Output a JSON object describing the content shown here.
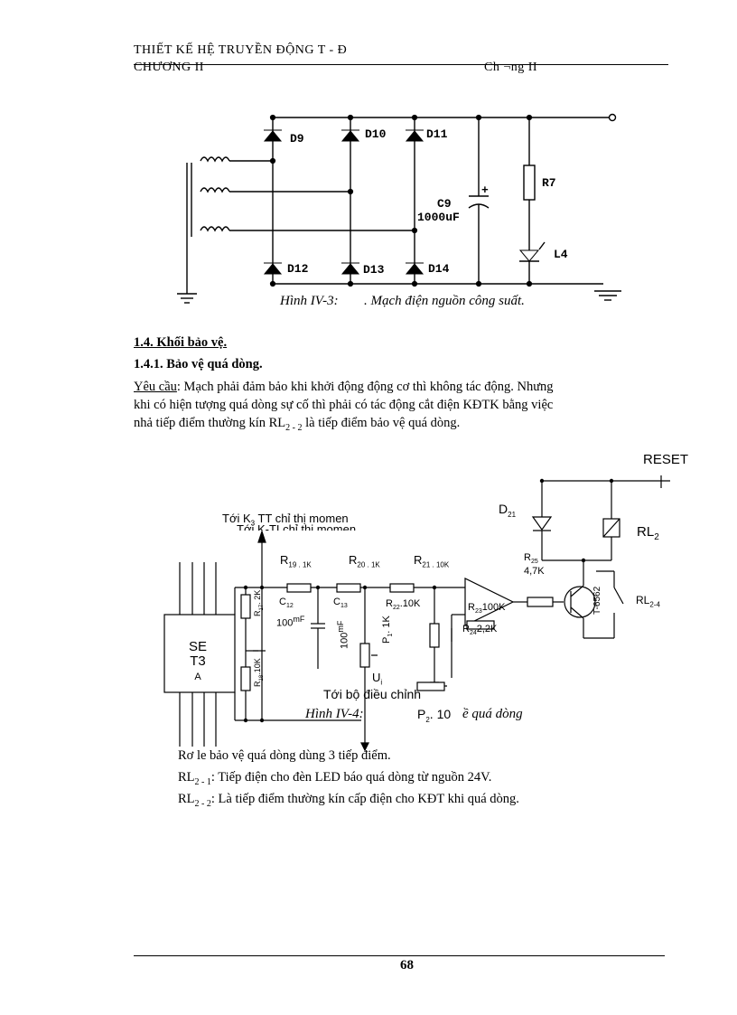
{
  "header": {
    "title": "THIẾT KẾ HỆ TRUYỀN ĐỘNG T - Đ",
    "chapter_left": "CHƯƠNG II",
    "chapter_right": "Ch ¬ng II"
  },
  "figure1": {
    "labels": {
      "d9": "D9",
      "d10": "D10",
      "d11": "D11",
      "d12": "D12",
      "d13": "D13",
      "d14": "D14",
      "c9": "C9",
      "c9_value": "1000uF",
      "r7": "R7",
      "l4": "L4",
      "plus": "+"
    },
    "caption_prefix": "Hình IV-3:",
    "caption_text": ". Mạch điện nguồn công suất."
  },
  "section": {
    "heading": "1.4. Khối bảo vệ.",
    "subheading": "1.4.1. Bảo vệ quá dòng.",
    "req_label": "Yêu cầu",
    "req_line1": ": Mạch phải đảm bảo khi khởi động động cơ thì không tác động. Nhưng",
    "req_line2": "khi có hiện tượng quá dòng sự cố thì phải có tác động cắt điện KĐTK bằng việc",
    "req_line3_a": "nhả tiếp điểm thường kín RL",
    "req_line3_sub": "2 - 2",
    "req_line3_b": " là tiếp điểm bảo vệ quá dòng."
  },
  "figure2": {
    "reset": "RESET",
    "d21": "D",
    "d21_sub": "21",
    "rl2": "RL",
    "rl2_sub": "2",
    "rl24": "RL",
    "rl24_sub": "2-4",
    "r25": "R",
    "r25_sub": "25",
    "r25_val": "4,7K",
    "transistor": "T-6562",
    "toi_k3": "Tới K",
    "toi_k3_sub": "3",
    "toi_k3_rest": " TT chỉ thị momen",
    "toi_k_ti": "Tới K-TI chỉ thị momen",
    "r19": "R",
    "r19_sub": "19 . 1K",
    "r20": "R",
    "r20_sub": "20 . 1K",
    "r21": "R",
    "r21_sub": "21 . 10K",
    "r22": "R",
    "r22_sub": "22",
    "r22_val": ".10K",
    "r23": "R",
    "r23_sub": "23",
    "r23_val": "100K",
    "r24": "R",
    "r24_sub": "24",
    "r24_val": "2,2K",
    "c12": "C",
    "c12_sub": "12",
    "c12_val": "100",
    "c12_unit": "mF",
    "c13": "C",
    "c13_sub": "13",
    "c13_val": "100",
    "c13_unit": "mF",
    "p1": "P",
    "p1_sub": "1",
    "p1_val": ". 1K",
    "r17": "R",
    "r17_sub": "17",
    "r17_val": ". 2K",
    "r18": "R",
    "r18_sub": "18",
    "r18_val": ".10K",
    "set_line1": "SE",
    "set_line2": "T3",
    "set_line3": "A",
    "ui": "U",
    "ui_sub": "i",
    "toi_bo": "Tới bộ điều chỉnh",
    "caption_prefix": "Hình IV-4:",
    "p2": "P",
    "p2_sub": "2",
    "p2_val": ". 10",
    "caption_tail": "ề quá dòng"
  },
  "desc": {
    "line1": "Rơ le bảo vệ quá dòng dùng 3 tiếp điểm.",
    "line2_a": "RL",
    "line2_sub": "2 - 1",
    "line2_b": ": Tiếp điện cho đèn LED báo quá dòng từ nguồn 24V.",
    "line3_a": "RL",
    "line3_sub": "2 - 2",
    "line3_b": ": Là tiếp điểm thường kín cấp điện cho KĐT khi quá dòng."
  },
  "footer": {
    "page_number": "68"
  }
}
